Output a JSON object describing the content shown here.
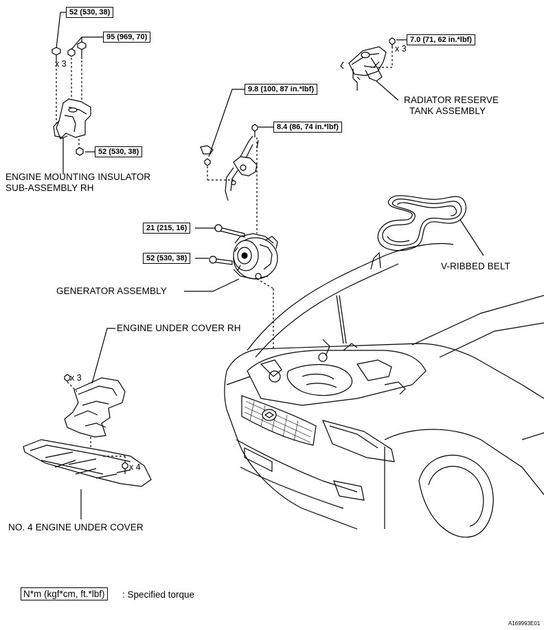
{
  "torques": {
    "t1": "52 (530, 38)",
    "t2": "95 (969, 70)",
    "t3": "52 (530, 38)",
    "t4": "7.0 (71, 62 in.*lbf)",
    "t5": "9.8 (100, 87 in.*lbf)",
    "t6": "8.4 (86, 74 in.*lbf)",
    "t7": "21 (215, 16)",
    "t8": "52 (530, 38)"
  },
  "quantities": {
    "q1": "x 3",
    "q2": "x 3",
    "q3": "x 3",
    "q4": "x 4"
  },
  "labels": {
    "engine_mount_line1": "ENGINE MOUNTING INSULATOR",
    "engine_mount_line2": "SUB-ASSEMBLY RH",
    "radiator_line1": "RADIATOR RESERVE",
    "radiator_line2": "TANK ASSEMBLY",
    "v_belt": "V-RIBBED BELT",
    "generator": "GENERATOR ASSEMBLY",
    "under_cover_rh": "ENGINE UNDER COVER RH",
    "no4_under_cover": "NO. 4 ENGINE UNDER COVER"
  },
  "legend": {
    "unit_box": "N*m (kgf*cm, ft.*lbf)",
    "unit_desc": ": Specified torque"
  },
  "figure_id": "A169993E01"
}
